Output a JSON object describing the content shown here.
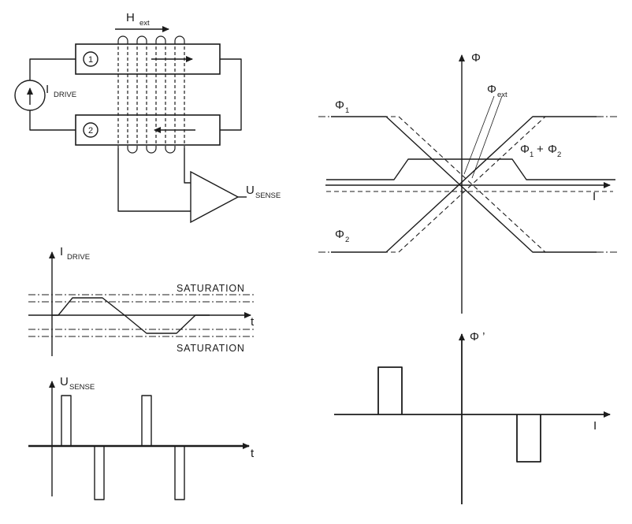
{
  "colors": {
    "ink": "#1c1c1c",
    "background": "#ffffff"
  },
  "circuit": {
    "h_ext": {
      "base": "H",
      "sub": "ext"
    },
    "core1_num": "1",
    "core2_num": "2",
    "i_drive": {
      "base": "I",
      "sub": "DRIVE"
    },
    "u_sense": {
      "base": "U",
      "sub": "SENSE"
    }
  },
  "phi_plot": {
    "y_axis": "Φ",
    "x_axis": "I",
    "phi1": {
      "base": "Φ",
      "sub": "1"
    },
    "phi2": {
      "base": "Φ",
      "sub": "2"
    },
    "phi_ext": {
      "base": "Φ",
      "sub": "ext"
    },
    "sum": {
      "a": "Φ",
      "a_sub": "1",
      "plus": "+",
      "b": "Φ",
      "b_sub": "2"
    },
    "curves": {
      "phi1_solid": [
        [
          420,
          148
        ],
        [
          490,
          148
        ],
        [
          676,
          320
        ],
        [
          757,
          320
        ]
      ],
      "phi2_solid": [
        [
          420,
          320
        ],
        [
          490,
          320
        ],
        [
          676,
          148
        ],
        [
          757,
          148
        ]
      ],
      "phi1_dashed": [
        [
          436,
          148
        ],
        [
          506,
          148
        ],
        [
          692,
          320
        ],
        [
          760,
          320
        ]
      ],
      "phi2_dashed": [
        [
          436,
          320
        ],
        [
          506,
          320
        ],
        [
          692,
          148
        ],
        [
          760,
          148
        ]
      ],
      "sum_solid": [
        [
          414,
          228
        ],
        [
          500,
          228
        ],
        [
          518,
          202
        ],
        [
          650,
          202
        ],
        [
          668,
          228
        ],
        [
          781,
          228
        ]
      ],
      "sum_dashed": [
        [
          414,
          243
        ],
        [
          778,
          243
        ]
      ]
    }
  },
  "idrive_plot": {
    "y_axis": {
      "base": "I",
      "sub": "DRIVE"
    },
    "x_axis": "t",
    "saturation_top": "SATURATION",
    "saturation_bottom": "SATURATION",
    "waveform": [
      [
        66,
        400
      ],
      [
        74,
        400
      ],
      [
        92,
        378
      ],
      [
        130,
        378
      ],
      [
        158,
        400
      ],
      [
        186,
        423
      ],
      [
        224,
        423
      ],
      [
        248,
        400
      ],
      [
        266,
        400
      ]
    ]
  },
  "usense_plot": {
    "y_axis": {
      "base": "U",
      "sub": "SENSE"
    },
    "x_axis": "t",
    "pulses": [
      [
        [
          78,
          566
        ],
        [
          78,
          502
        ],
        [
          90,
          502
        ],
        [
          90,
          566
        ]
      ],
      [
        [
          120,
          566
        ],
        [
          120,
          634
        ],
        [
          132,
          634
        ],
        [
          132,
          566
        ]
      ],
      [
        [
          180,
          566
        ],
        [
          180,
          502
        ],
        [
          192,
          502
        ],
        [
          192,
          566
        ]
      ],
      [
        [
          222,
          566
        ],
        [
          222,
          634
        ],
        [
          234,
          634
        ],
        [
          234,
          566
        ]
      ]
    ]
  },
  "phiprime_plot": {
    "y_axis": "Φ ’",
    "x_axis": "I",
    "pulses": [
      [
        [
          480,
          526
        ],
        [
          480,
          466
        ],
        [
          510,
          466
        ],
        [
          510,
          526
        ]
      ],
      [
        [
          656,
          526
        ],
        [
          656,
          586
        ],
        [
          686,
          586
        ],
        [
          686,
          526
        ]
      ]
    ]
  }
}
